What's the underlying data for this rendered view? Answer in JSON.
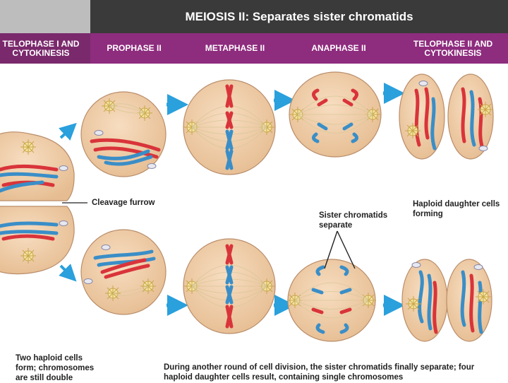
{
  "header": {
    "title": "MEIOSIS II: Separates sister chromatids"
  },
  "phases": [
    {
      "label": "TELOPHASE I AND CYTOKINESIS"
    },
    {
      "label": "PROPHASE II"
    },
    {
      "label": "METAPHASE II"
    },
    {
      "label": "ANAPHASE II"
    },
    {
      "label": "TELOPHASE II AND CYTOKINESIS"
    }
  ],
  "labels": {
    "cleavage_furrow": "Cleavage furrow",
    "sister_chromatids": "Sister chromatids separate",
    "haploid_forming": "Haploid daughter cells forming",
    "two_haploid": "Two haploid cells form; chromosomes are still double",
    "caption": "During another round of cell division, the sister chromatids finally separate; four haploid daughter cells result, containing single chromosomes"
  },
  "colors": {
    "cell_fill": "#f0cda6",
    "cell_stroke": "#b98d6a",
    "red_chromosome": "#d9343a",
    "blue_chromosome": "#3a8ec7",
    "arrow": "#2aa0dc",
    "spindle": "#d9c89a"
  }
}
